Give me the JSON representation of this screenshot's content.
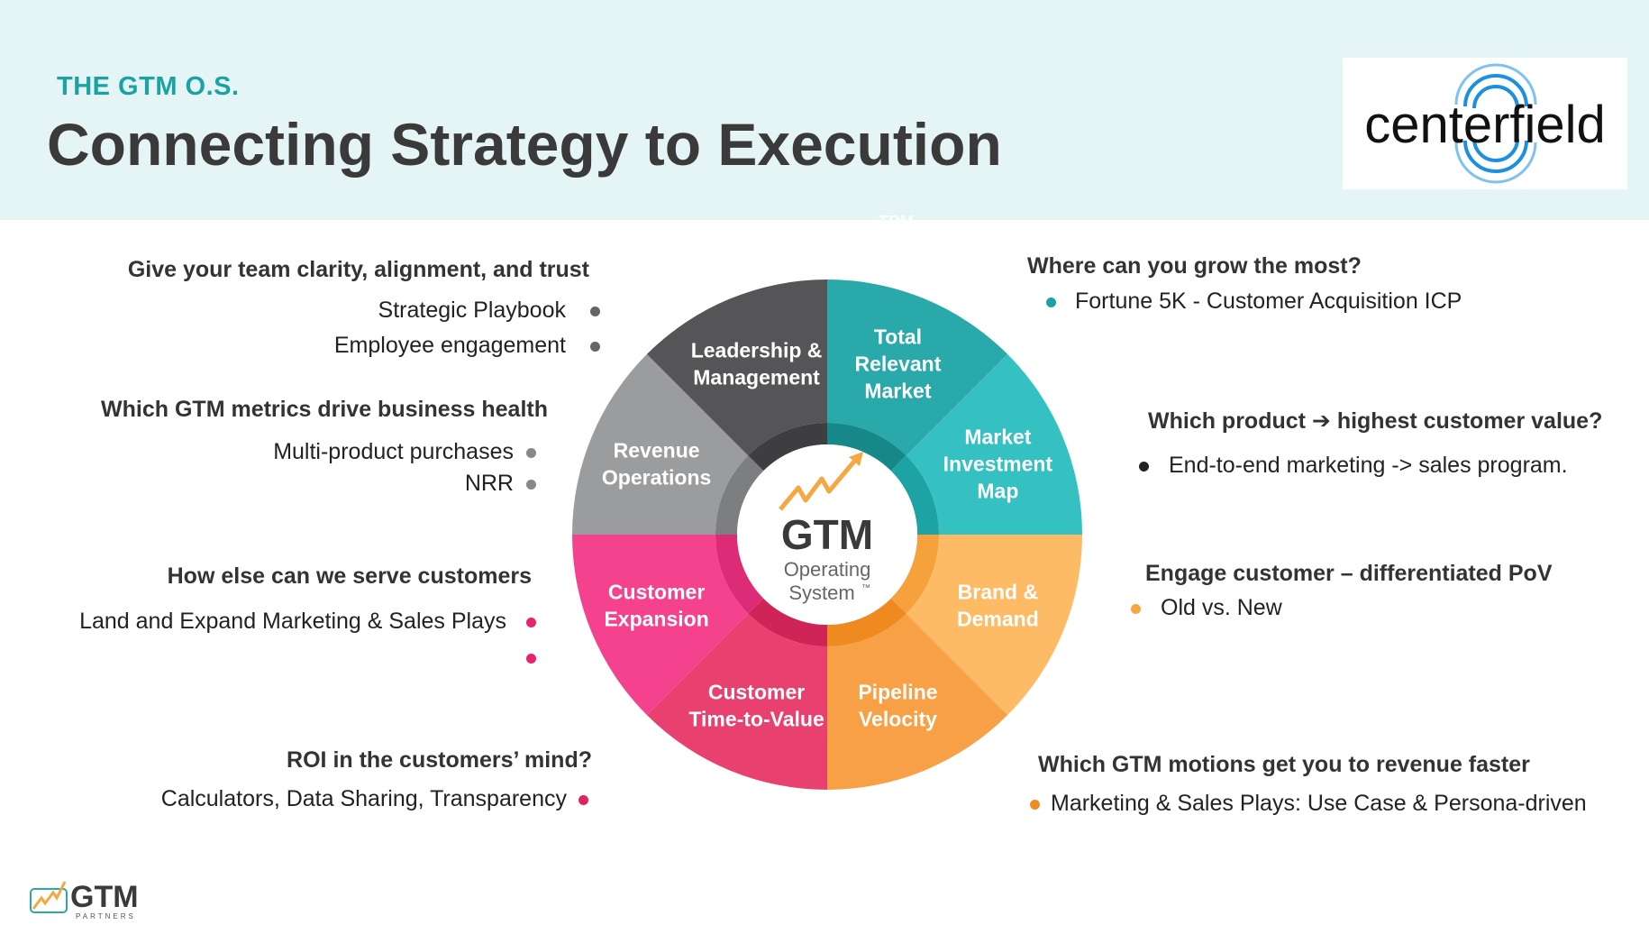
{
  "header": {
    "kicker": "THE GTM O.S.",
    "title": "Connecting Strategy to Execution",
    "brand_logo_text": "centerfield",
    "ghost_text": "TRM"
  },
  "left": [
    {
      "question": "Give your team clarity, alignment, and trust",
      "items": [
        "Strategic Playbook",
        "Employee engagement"
      ],
      "dot_color": "#666666"
    },
    {
      "question": "Which GTM metrics drive business health",
      "items": [
        "Multi-product purchases",
        "NRR"
      ],
      "dot_color": "#888888"
    },
    {
      "question": "How else can we serve customers",
      "items": [
        "Land and Expand Marketing & Sales Plays",
        ""
      ],
      "dot_color": "#e8246e"
    },
    {
      "question": "ROI in the customers’ mind?",
      "items": [
        "Calculators, Data Sharing, Transparency"
      ],
      "dot_color": "#e0245e"
    }
  ],
  "right": [
    {
      "question": "Where can you grow the most?",
      "items": [
        "Fortune 5K - Customer Acquisition ICP"
      ],
      "dot_color": "#1ba3a3"
    },
    {
      "question": "Which product ➔ highest customer value?",
      "items": [
        "End-to-end marketing -> sales program."
      ],
      "dot_color": "#222222"
    },
    {
      "question": "Engage customer – differentiated PoV",
      "items": [
        "Old vs. New"
      ],
      "dot_color": "#f5a742"
    },
    {
      "question": "Which GTM motions get you to revenue faster",
      "items": [
        "Marketing & Sales Plays:  Use Case & Persona-driven"
      ],
      "dot_color": "#f08a24"
    }
  ],
  "wheel": {
    "center": {
      "title": "GTM",
      "sub1": "Operating",
      "sub2": "System",
      "tm": "™"
    },
    "segments": [
      {
        "lines": [
          "Total",
          "Relevant",
          "Market"
        ],
        "color": "#2aa9aa",
        "inner": "#17888a"
      },
      {
        "lines": [
          "Market",
          "Investment",
          "Map"
        ],
        "color": "#35c0c2",
        "inner": "#1ea3a5"
      },
      {
        "lines": [
          "Brand &",
          "Demand"
        ],
        "color": "#fdbb66",
        "inner": "#f5a13c"
      },
      {
        "lines": [
          "Pipeline",
          "Velocity"
        ],
        "color": "#f7a045",
        "inner": "#ef8a20"
      },
      {
        "lines": [
          "Customer",
          "Time-to-Value"
        ],
        "color": "#e8416f",
        "inner": "#cf2456"
      },
      {
        "lines": [
          "Customer",
          "Expansion"
        ],
        "color": "#f5428f",
        "inner": "#dc2b77"
      },
      {
        "lines": [
          "Revenue",
          "Operations"
        ],
        "color": "#9b9c9e",
        "inner": "#7d7e80"
      },
      {
        "lines": [
          "Leadership &",
          "Management"
        ],
        "color": "#555558",
        "inner": "#3e3e41"
      }
    ]
  },
  "footer": {
    "logo_text": "GTM",
    "logo_sub": "PARTNERS"
  },
  "colors": {
    "teal": "#1ba3a3",
    "header_bg": "#e5f5f6",
    "title": "#3a3a3a"
  }
}
